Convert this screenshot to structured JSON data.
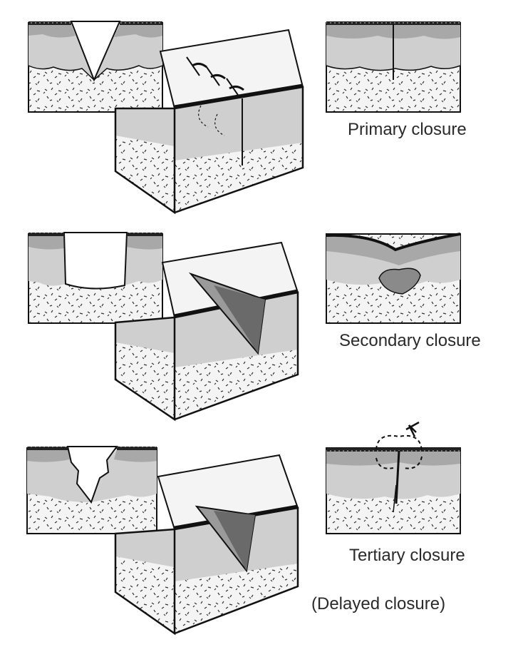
{
  "labels": {
    "primary": "Primary closure",
    "secondary": "Secondary closure",
    "tertiary": "Tertiary closure",
    "delayed": "(Delayed closure)"
  },
  "colors": {
    "outline": "#111111",
    "epidermis": "#8a8a8a",
    "dermis": "#cfcfcf",
    "subcutis": "#f2f2f2",
    "wound": "#9a9a9a",
    "top_face": "#f4f4f4"
  }
}
